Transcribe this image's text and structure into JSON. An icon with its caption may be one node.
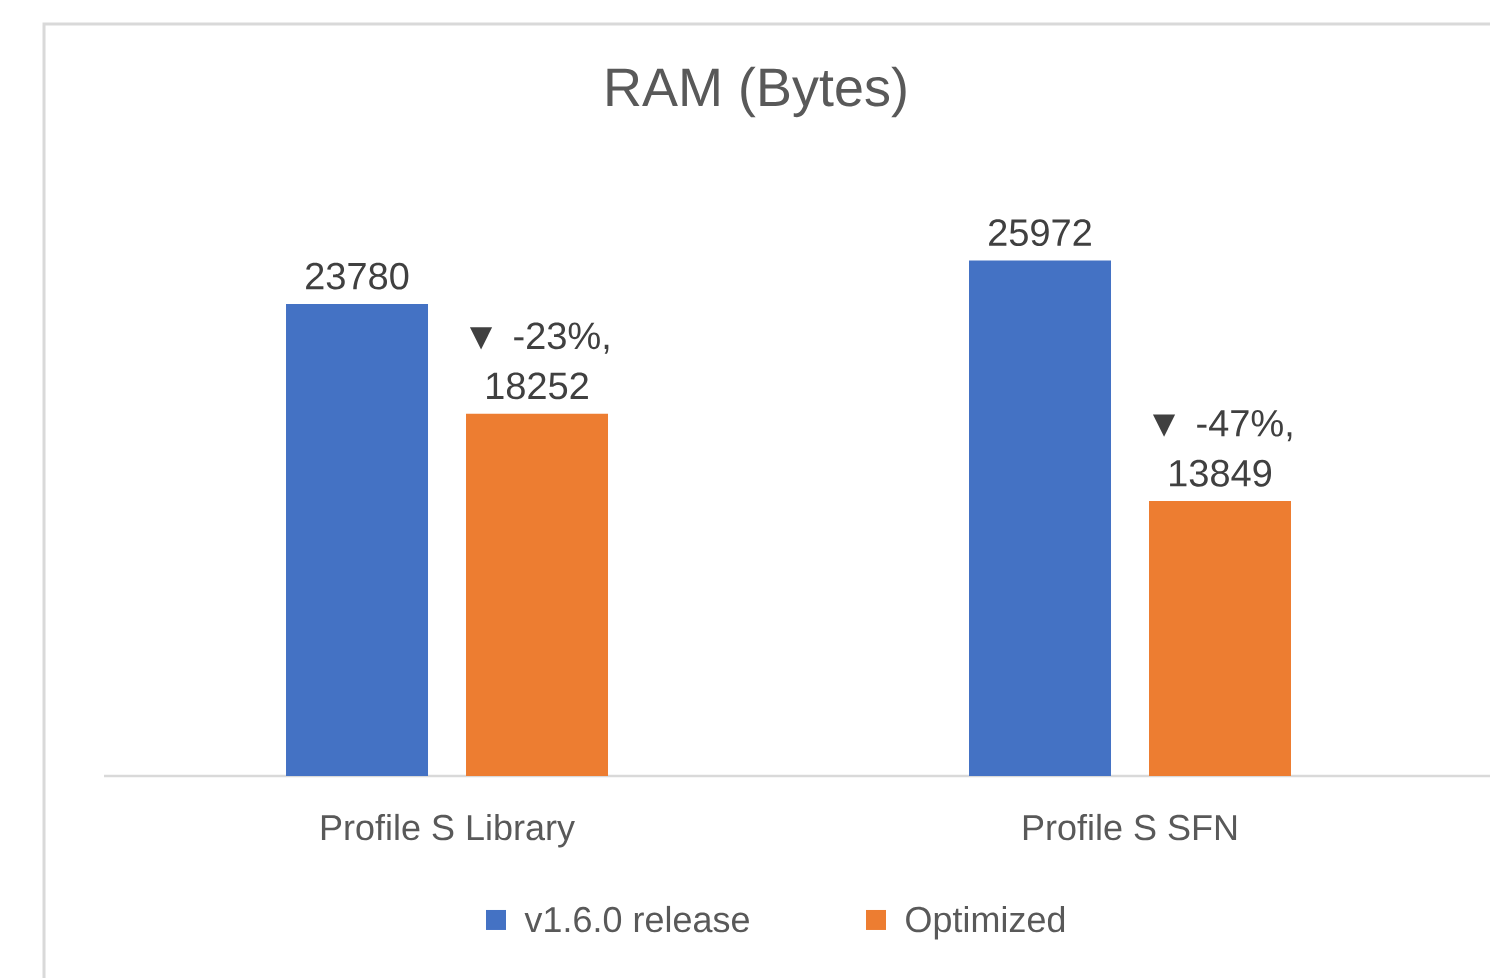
{
  "diagram": {
    "chart_data": {
      "type": "bar",
      "title": "RAM (Bytes)",
      "categories": [
        "Profile S Library",
        "Profile S SFN"
      ],
      "series": [
        {
          "name": "v1.6.0 release",
          "color": "#4472c4",
          "values": [
            23780,
            25972
          ]
        },
        {
          "name": "Optimized",
          "color": "#ed7d31",
          "values": [
            18252,
            13849
          ]
        }
      ],
      "data_labels": true,
      "legend": "bottom",
      "value_labels": [
        [
          "23780",
          "25972"
        ],
        [
          "▼ -23%, 18252",
          "▼ -47%, 13849"
        ]
      ]
    }
  }
}
